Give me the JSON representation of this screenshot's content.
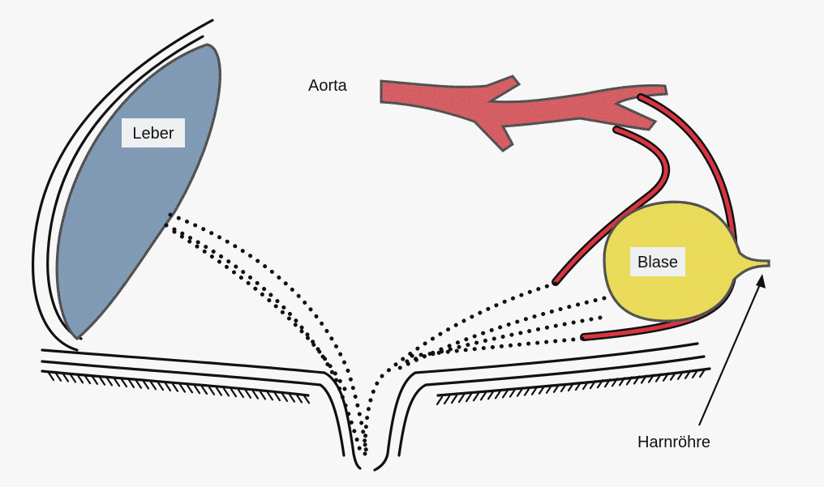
{
  "labels": {
    "liver": "Leber",
    "aorta": "Aorta",
    "bladder": "Blase",
    "urethra": "Harnröhre"
  },
  "colors": {
    "liver": "#6f93b4",
    "aorta": "#d9353f",
    "bladder": "#f2e12a",
    "outline": "#111111",
    "background": "#f7f7f7"
  }
}
